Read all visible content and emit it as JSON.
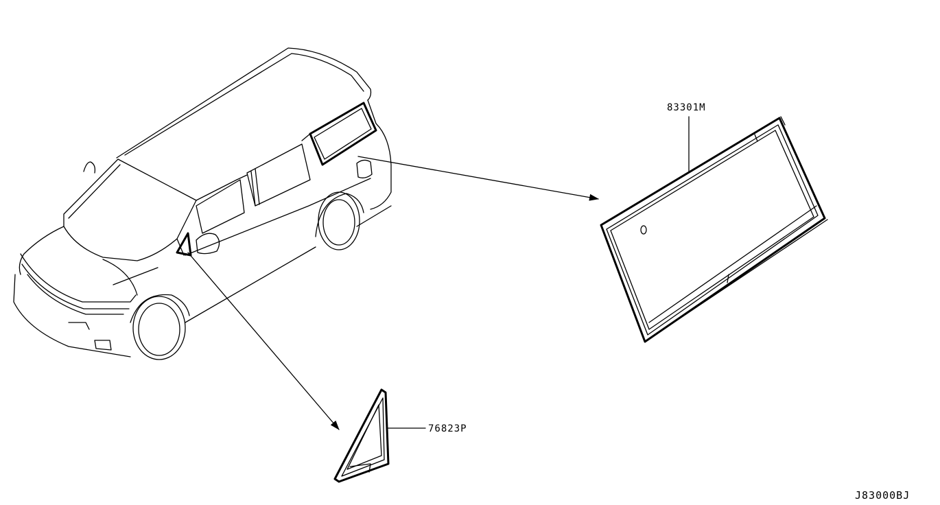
{
  "parts": {
    "rear_side_window_glass": {
      "part_number": "83301M"
    },
    "front_corner_glass": {
      "part_number": "76823P"
    }
  },
  "diagram_code": "J83000BJ"
}
